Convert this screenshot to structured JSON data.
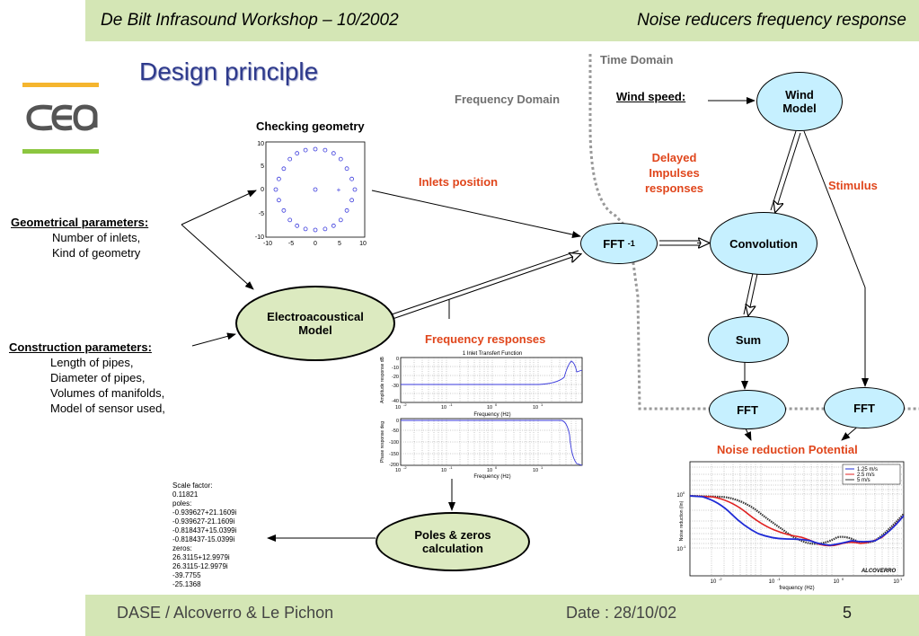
{
  "header": {
    "left": "De Bilt Infrasound Workshop – 10/2002",
    "right": "Noise reducers frequency response"
  },
  "title": "Design principle",
  "domains": {
    "time": "Time Domain",
    "frequency": "Frequency Domain"
  },
  "labels": {
    "wind_speed": "Wind speed:",
    "checking_geometry": "Checking geometry",
    "inlets_position": "Inlets position",
    "delayed_impulses": [
      "Delayed",
      "Impulses",
      "responses"
    ],
    "stimulus": "Stimulus",
    "frequency_responses": "Frequency responses",
    "noise_reduction": "Noise reduction Potential"
  },
  "nodes": {
    "wind_model": [
      "Wind",
      "Model"
    ],
    "fft_inverse": "FFT",
    "fft_inverse_sup": "-1",
    "convolution": "Convolution",
    "sum": "Sum",
    "fft_left": "FFT",
    "fft_right": "FFT",
    "electroacoustical": [
      "Electroacoustical",
      "Model"
    ],
    "poles_zeros": [
      "Poles & zeros",
      "calculation"
    ]
  },
  "geometrical": {
    "heading": "Geometrical parameters:",
    "items": [
      "Number of inlets,",
      "Kind of geometry"
    ]
  },
  "construction": {
    "heading": "Construction parameters:",
    "items": [
      "Length of pipes,",
      "Diameter of pipes,",
      "Volumes of manifolds,",
      "Model of sensor used,"
    ]
  },
  "poles_text": [
    "Scale factor:",
    "0.11821",
    "poles:",
    "-0.939627+21.1609i",
    "-0.939627-21.1609i",
    "-0.818437+15.0399i",
    "-0.818437-15.0399i",
    "zeros:",
    "26.3115+12.9979i",
    "26.3115-12.9979i",
    "-39.7755",
    "-25.1368"
  ],
  "geometry_plot": {
    "x_ticks": [
      "-10",
      "-5",
      "0",
      "5",
      "10"
    ],
    "y_ticks": [
      "10",
      "5",
      "0",
      "-5",
      "-10"
    ]
  },
  "amp_plot": {
    "title": "1 Inlet Transfert Function",
    "ylabel": "Amplitude response dB",
    "xlabel": "Frequency (Hz)",
    "y_ticks": [
      "0",
      "-10",
      "-20",
      "-30",
      "-40"
    ],
    "x_ticks": [
      "10",
      "10",
      "10",
      "10"
    ],
    "x_exp": [
      "-2",
      "-1",
      "0",
      "1"
    ]
  },
  "phase_plot": {
    "ylabel": "Phase response deg",
    "xlabel": "Frequency (Hz)",
    "y_ticks": [
      "0",
      "-50",
      "-100",
      "-150",
      "-200"
    ],
    "x_ticks": [
      "10",
      "10",
      "10",
      "10"
    ],
    "x_exp": [
      "-2",
      "-1",
      "0",
      "1"
    ]
  },
  "noise_plot": {
    "legend": [
      "1.25 m/s",
      "2.5 m/s",
      "5 m/s"
    ],
    "ylabel": "Noise reduction (lin)",
    "xlabel": "frequency (Hz)",
    "y_ticks": [
      "10",
      "10"
    ],
    "y_exp": [
      "0",
      "-1"
    ],
    "x_ticks": [
      "10",
      "10",
      "10"
    ],
    "x_exp": [
      "-2",
      "-1",
      "0",
      "1"
    ],
    "watermark": "ALCOVERRO",
    "colors": [
      "#1e2bd6",
      "#e02020",
      "#333333"
    ]
  },
  "footer": {
    "left": "DASE / Alcoverro & Le Pichon",
    "date": "Date : 28/10/02",
    "page": "5"
  },
  "colors": {
    "header_bar": "#d4e6b5",
    "node_blue": "#c6f0ff",
    "node_green": "#dceac0",
    "accent_red": "#e0461c",
    "title_blue": "#2e3a8c"
  }
}
